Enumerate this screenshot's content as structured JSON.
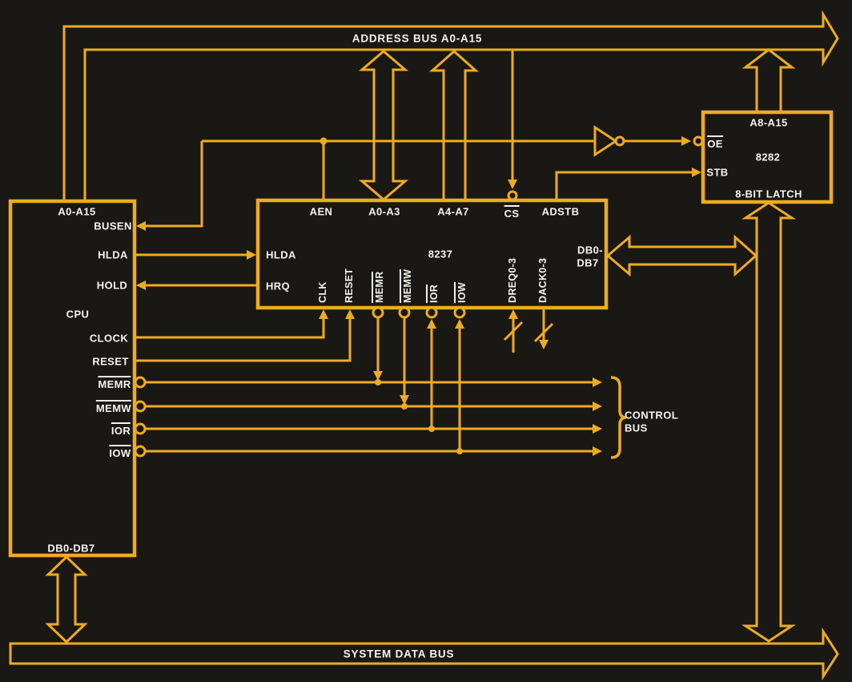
{
  "title": "8237 DMA controller system block diagram",
  "colors": {
    "background": "#1a1815",
    "line": "#edab22",
    "text": "#f7f4ee"
  },
  "buses": {
    "address_label": "ADDRESS BUS A0-A15",
    "system_data_label": "SYSTEM DATA BUS",
    "control_label_line1": "CONTROL",
    "control_label_line2": "BUS"
  },
  "cpu": {
    "name": "CPU",
    "pin_a_bus": "A0-A15",
    "pin_busen": "BUSEN",
    "pin_hlda": "HLDA",
    "pin_hold": "HOLD",
    "pin_clock": "CLOCK",
    "pin_reset": "RESET",
    "pin_memr": "MEMR",
    "pin_memw": "MEMW",
    "pin_ior": "IOR",
    "pin_iow": "IOW",
    "pin_d_bus": "DB0-DB7"
  },
  "dma": {
    "name": "8237",
    "pin_aen": "AEN",
    "pin_a0a3": "A0-A3",
    "pin_a4a7": "A4-A7",
    "pin_cs": "CS",
    "pin_adstb": "ADSTB",
    "pin_hlda": "HLDA",
    "pin_hrq": "HRQ",
    "pin_clk": "CLK",
    "pin_reset": "RESET",
    "pin_memr": "MEMR",
    "pin_memw": "MEMW",
    "pin_ior": "IOR",
    "pin_iow": "IOW",
    "pin_dreq": "DREQ0-3",
    "pin_dack": "DACK0-3",
    "pin_db_line1": "DB0-",
    "pin_db_line2": "DB7"
  },
  "latch": {
    "name": "8282",
    "type": "8-BIT LATCH",
    "pin_a_bus": "A8-A15",
    "pin_oe": "OE",
    "pin_stb": "STB"
  }
}
